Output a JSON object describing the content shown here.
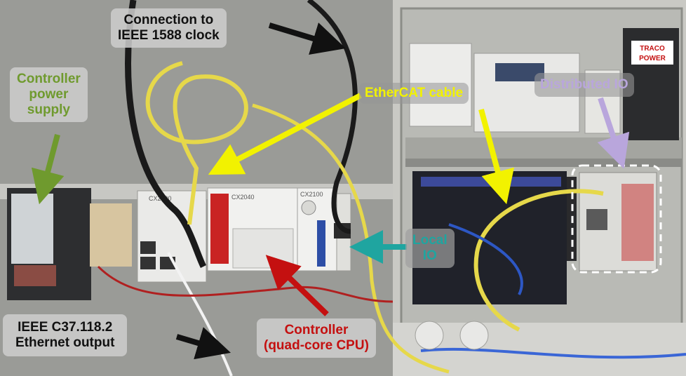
{
  "labels": {
    "clock": [
      "Connection to",
      "IEEE 1588 clock"
    ],
    "power": [
      "Controller",
      "power",
      "supply"
    ],
    "ethercat": "EtherCAT cable",
    "distio": "Distributed IO",
    "localio": [
      "Local",
      "IO"
    ],
    "ethernet": [
      "IEEE C37.118.2",
      "Ethernet output"
    ],
    "controller": [
      "Controller",
      "(quad-core CPU)"
    ]
  },
  "device_text": {
    "cx2500": "CX2500",
    "cx2040": "CX2040",
    "cx2100": "CX2100",
    "traco_brand": "TRACO",
    "traco_power": "POWER"
  },
  "colors": {
    "clock": "#111111",
    "power": "#6f9a2e",
    "ethercat": "#f2f200",
    "distio": "#b9a6dc",
    "localio": "#1fa5a0",
    "ethernet": "#111111",
    "controller": "#c41010",
    "label_bg": "#cdcdcd",
    "dist_box": "#ffffff"
  }
}
